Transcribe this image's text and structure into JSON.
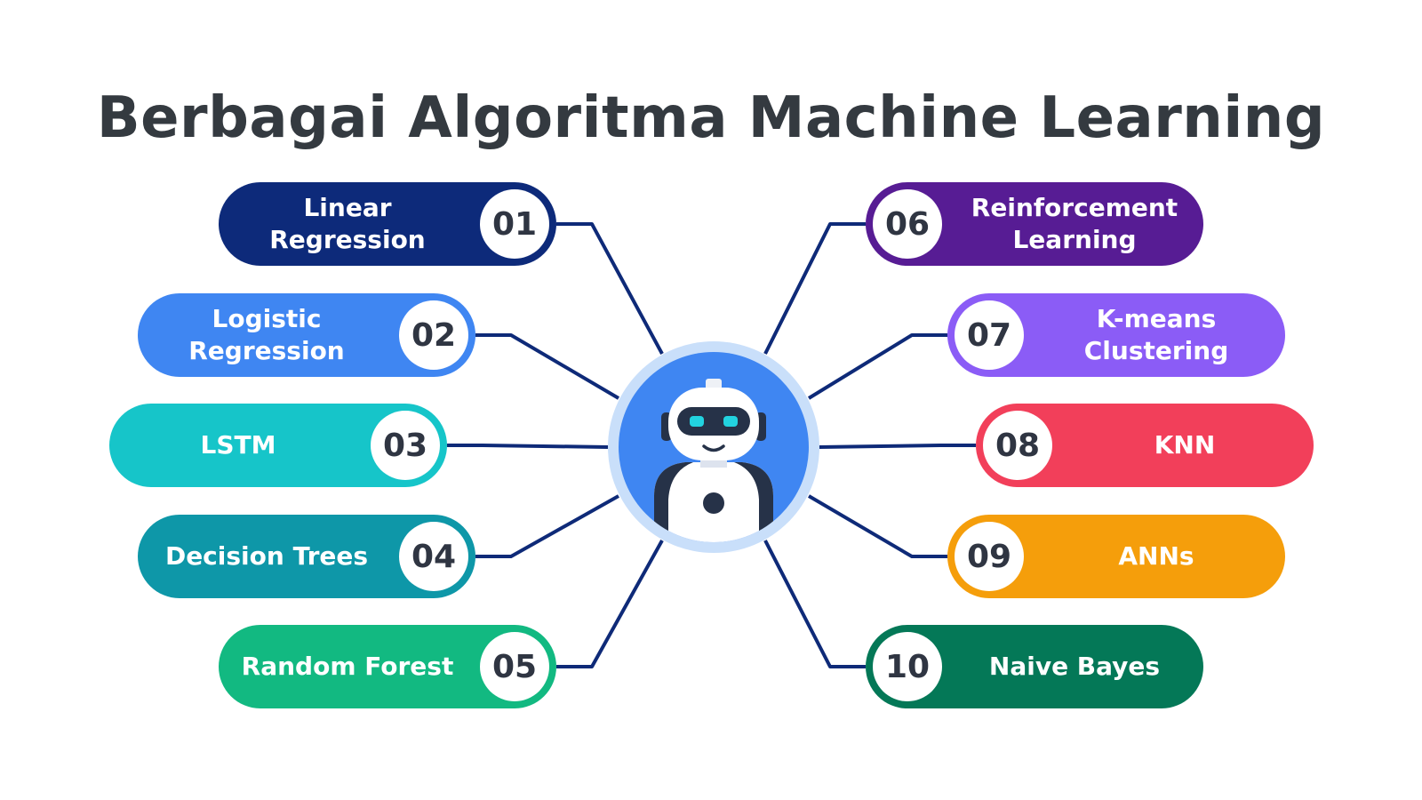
{
  "title": "Berbagai Algoritma Machine Learning",
  "center_icon": "robot-icon",
  "colors": {
    "connector": "#0e2a78",
    "hub_ring": "#c9dffa",
    "hub_fill": "#3f86f2",
    "number_text": "#2f3542",
    "title_text": "#343a40"
  },
  "items": [
    {
      "number": "01",
      "label": "Linear Regression",
      "color": "#0d2a7a",
      "side": "left"
    },
    {
      "number": "02",
      "label": "Logistic Regression",
      "color": "#3f86f2",
      "side": "left"
    },
    {
      "number": "03",
      "label": "LSTM",
      "color": "#16c5c9",
      "side": "left"
    },
    {
      "number": "04",
      "label": "Decision Trees",
      "color": "#0e97a8",
      "side": "left"
    },
    {
      "number": "05",
      "label": "Random Forest",
      "color": "#12b981",
      "side": "left"
    },
    {
      "number": "06",
      "label": "Reinforcement Learning",
      "color": "#571c94",
      "side": "right"
    },
    {
      "number": "07",
      "label": "K-means Clustering",
      "color": "#8b5cf6",
      "side": "right"
    },
    {
      "number": "08",
      "label": "KNN",
      "color": "#f23f5a",
      "side": "right"
    },
    {
      "number": "09",
      "label": "ANNs",
      "color": "#f59e0b",
      "side": "right"
    },
    {
      "number": "10",
      "label": "Naive Bayes",
      "color": "#047857",
      "side": "right"
    }
  ]
}
